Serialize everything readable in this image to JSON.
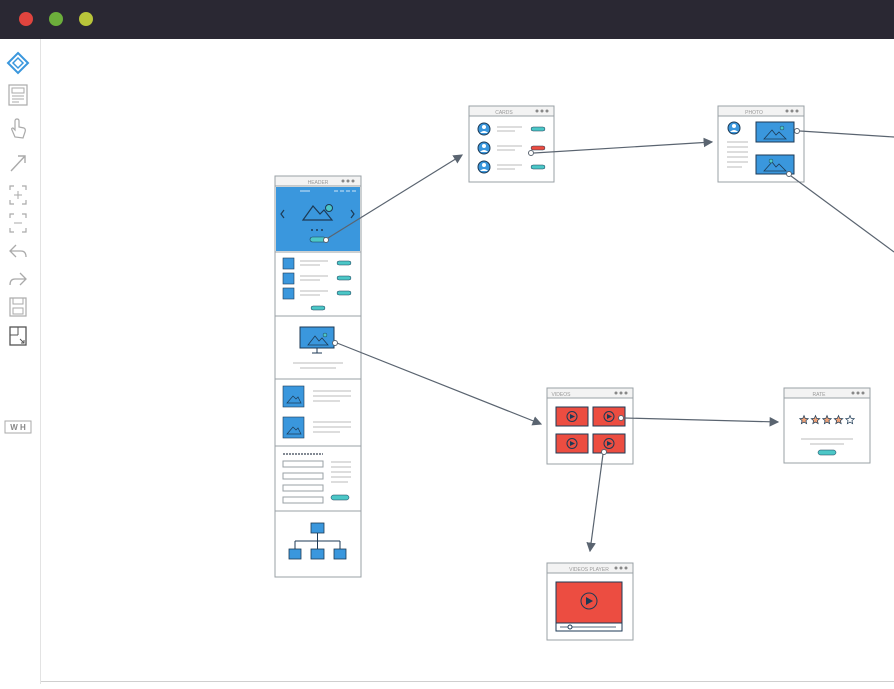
{
  "window": {
    "lights": [
      {
        "name": "close-light",
        "color": "#e0443e"
      },
      {
        "name": "minimize-light",
        "color": "#6cae3b"
      },
      {
        "name": "zoom-light",
        "color": "#b8c53a"
      }
    ]
  },
  "sidebar": {
    "tools": [
      {
        "name": "logo-icon"
      },
      {
        "name": "wireframe-icon"
      },
      {
        "name": "hand-icon"
      },
      {
        "name": "arrow-icon"
      },
      {
        "name": "add-frame-icon"
      },
      {
        "name": "remove-frame-icon"
      },
      {
        "name": "undo-icon"
      },
      {
        "name": "redo-icon"
      },
      {
        "name": "save-icon"
      },
      {
        "name": "resize-icon"
      },
      {
        "name": "wh-icon",
        "label": "W H"
      }
    ]
  },
  "screens": {
    "header": {
      "title": "HEADER"
    },
    "cards": {
      "title": "CARDS"
    },
    "photo": {
      "title": "PHOTO"
    },
    "videos": {
      "title": "VIDEOS"
    },
    "rate": {
      "title": "RATE"
    },
    "video_player": {
      "title": "VIDEOS PLAYER"
    }
  },
  "colors": {
    "accent_blue": "#3a97dd",
    "teal": "#4cc7c7",
    "red": "#ec4d41",
    "frame": "#9aa0a6",
    "connector": "#5a6470"
  }
}
